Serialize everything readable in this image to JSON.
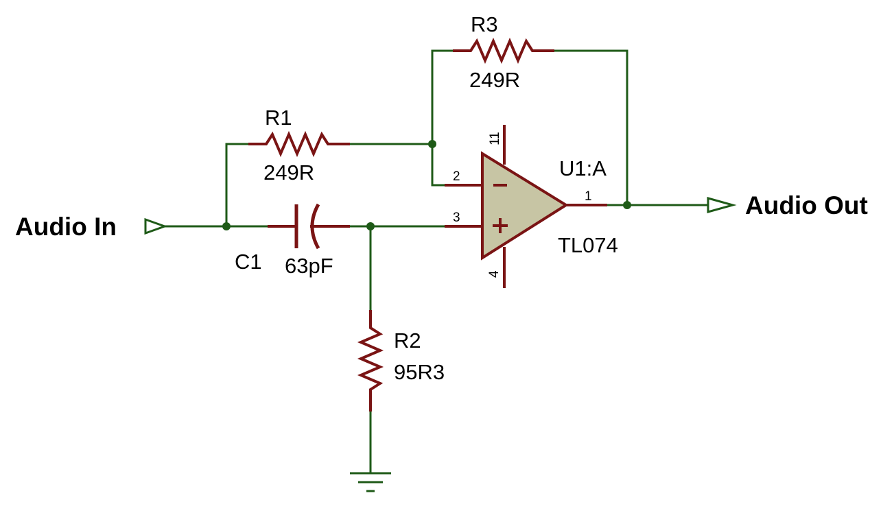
{
  "ports": {
    "input": "Audio In",
    "output": "Audio Out"
  },
  "components": {
    "r1": {
      "ref": "R1",
      "value": "249R"
    },
    "r2": {
      "ref": "R2",
      "value": "95R3"
    },
    "r3": {
      "ref": "R3",
      "value": "249R"
    },
    "c1": {
      "ref": "C1",
      "value": "63pF"
    },
    "u1": {
      "ref": "U1:A",
      "value": "TL074"
    }
  },
  "pins": {
    "out": "1",
    "inv": "2",
    "noninv": "3",
    "vneg": "4",
    "vpos": "11"
  },
  "opamp_symbols": {
    "minus": "−",
    "plus": "+"
  },
  "colors": {
    "wire": "#1e5a17",
    "component": "#7a1414",
    "opamp_fill": "#c7c5a4",
    "junction": "#1e5a17"
  }
}
